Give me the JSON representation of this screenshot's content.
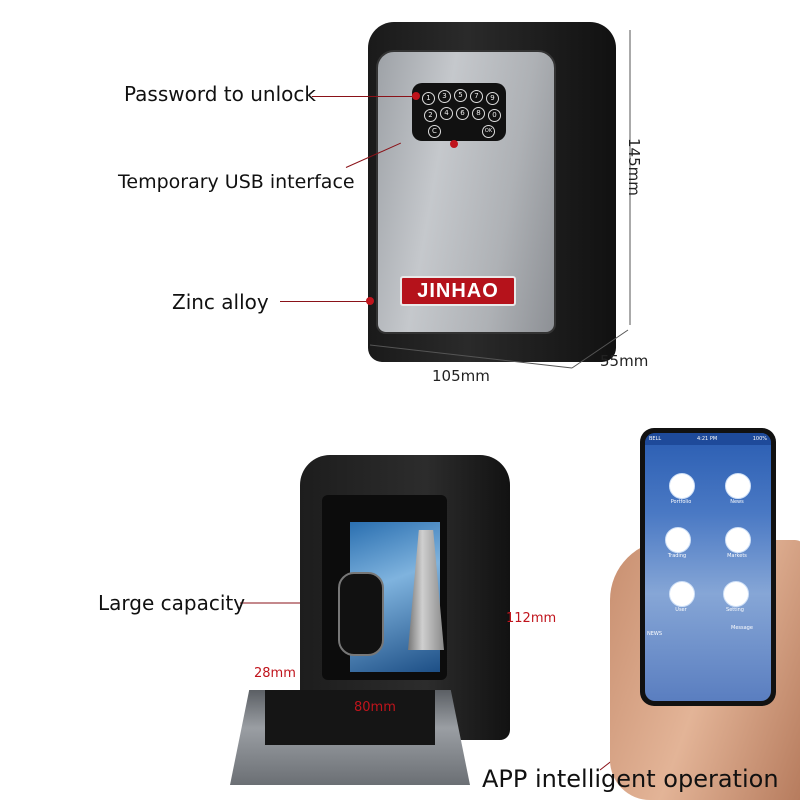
{
  "top": {
    "callouts": {
      "password": "Password to unlock",
      "usb": "Temporary USB interface",
      "zinc": "Zinc alloy"
    },
    "brand": "JINHAO",
    "dimensions": {
      "height": "145mm",
      "width": "105mm",
      "depth": "55mm"
    },
    "keypad": [
      "1",
      "3",
      "5",
      "7",
      "9",
      "2",
      "4",
      "6",
      "8",
      "0",
      "C",
      "OK"
    ]
  },
  "bottom": {
    "callouts": {
      "capacity": "Large capacity",
      "app": "APP intelligent operation"
    },
    "dimensions": {
      "inner_height": "112mm",
      "inner_depth": "28mm",
      "inner_width": "80mm"
    }
  },
  "phone": {
    "status": "4:21 PM",
    "carrier": "BELL",
    "battery": "100%",
    "apps": [
      {
        "label": "Portfolio"
      },
      {
        "label": "News"
      },
      {
        "label": "Trading"
      },
      {
        "label": "Markets"
      },
      {
        "label": "User"
      },
      {
        "label": "Setting"
      }
    ],
    "message_label": "Message",
    "news_header": "NEWS"
  },
  "colors": {
    "accent_red": "#c0141c",
    "brand_red": "#b5121b"
  }
}
